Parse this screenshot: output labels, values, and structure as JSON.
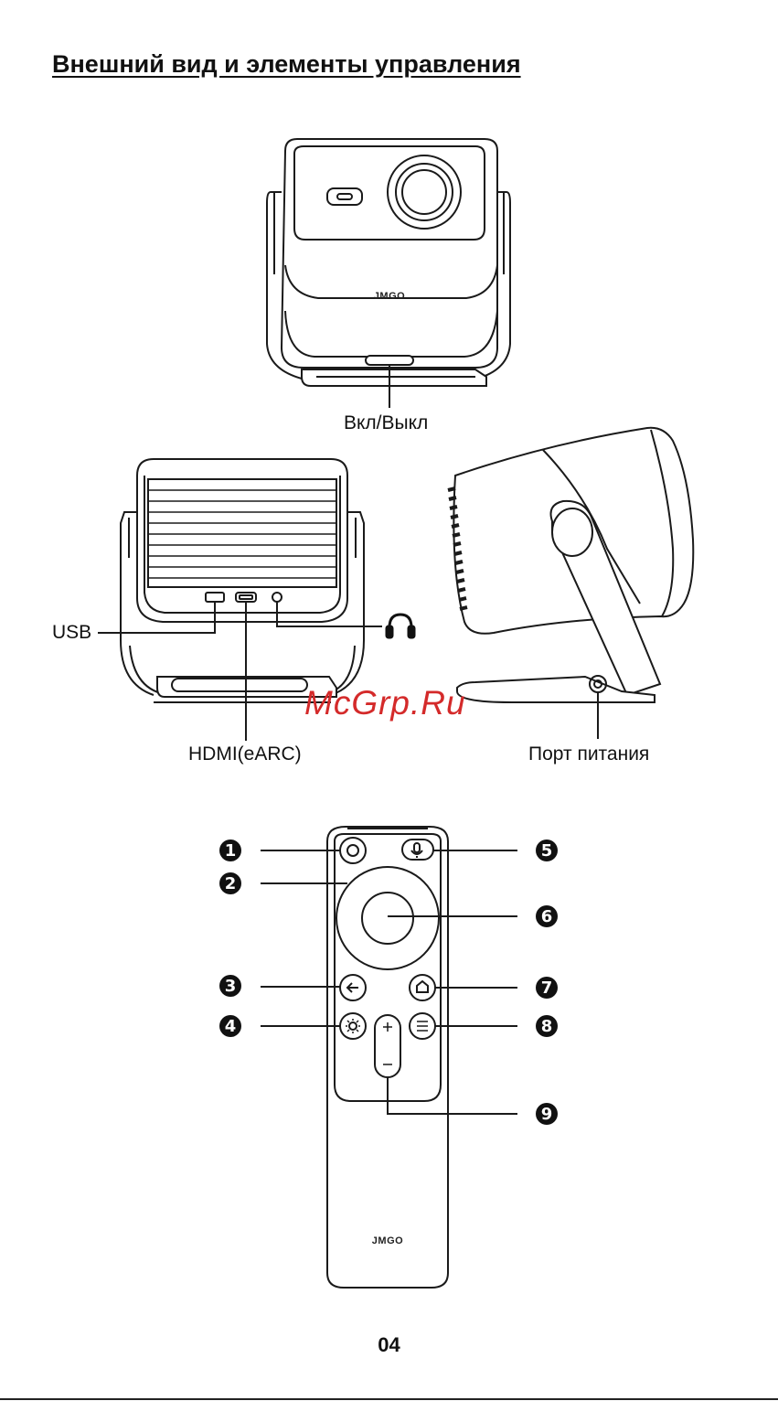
{
  "page": {
    "title": "Внешний вид и элементы управления",
    "page_number": "04",
    "watermark": "McGrp.Ru"
  },
  "projector": {
    "brand": "JMGO",
    "labels": {
      "power": "Вкл/Выкл",
      "usb": "USB",
      "hdmi": "HDMI(eARC)",
      "power_port": "Порт питания"
    },
    "headphone_icon": "headphones-icon"
  },
  "remote": {
    "brand": "JMGO",
    "callouts": [
      "1",
      "2",
      "3",
      "4",
      "5",
      "6",
      "7",
      "8",
      "9"
    ],
    "buttons": {
      "1": "power-circle-icon",
      "5": "microphone-icon",
      "3": "back-arrow-icon",
      "7": "home-icon",
      "4": "brightness-icon",
      "8": "menu-icon",
      "9": "volume-plus-minus-icon"
    }
  }
}
